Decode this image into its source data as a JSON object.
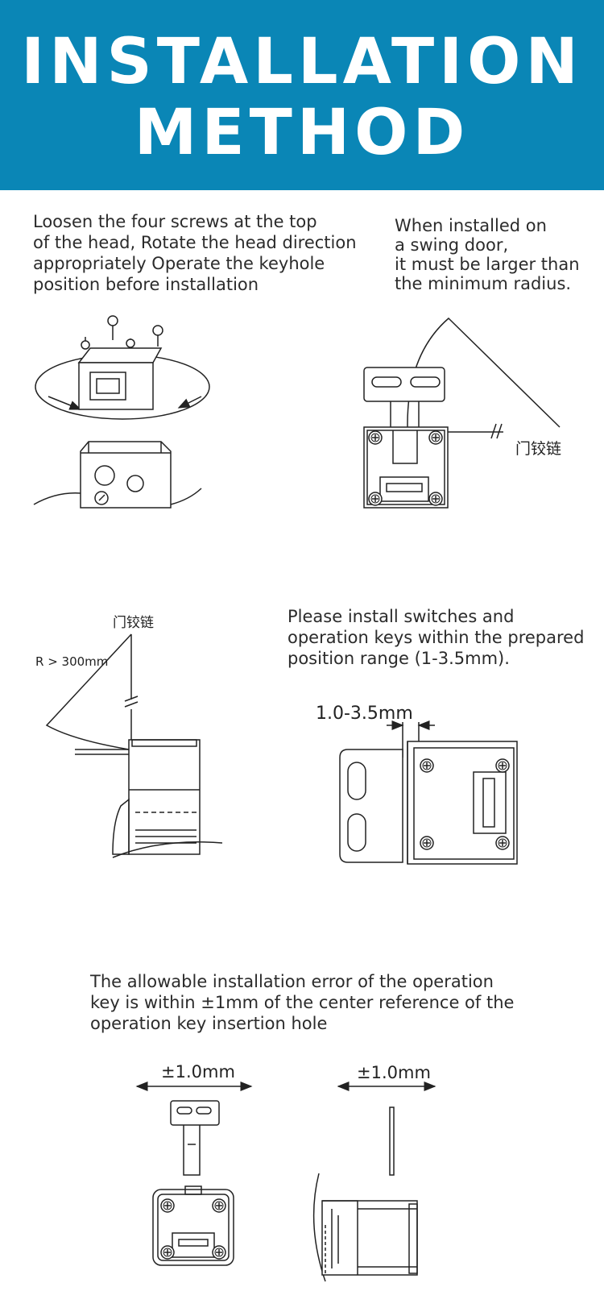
{
  "header": {
    "title_line1": "INSTALLATION",
    "title_line2": "METHOD",
    "background_color": "#0a86b6"
  },
  "sections": {
    "rotate_head": {
      "lines": [
        "Loosen the four screws at the top",
        "of the head, Rotate the head direction",
        "appropriately Operate the keyhole",
        "position before installation"
      ]
    },
    "swing_door": {
      "lines": [
        "When installed on",
        "a swing door,",
        "it must be larger than",
        "the minimum radius."
      ],
      "hinge_label": "门铰链"
    },
    "radius": {
      "hinge_label": "门铰链",
      "radius_label": "R > 300mm"
    },
    "position_range": {
      "lines": [
        "Please install switches and",
        "operation keys within the prepared",
        "position range (1-3.5mm)."
      ],
      "dimension_label": "1.0-3.5mm"
    },
    "tolerance": {
      "lines": [
        "The allowable installation error of the operation",
        "key is within ±1mm of the center reference of the",
        "operation key insertion hole"
      ],
      "dimension_left": "±1.0mm",
      "dimension_right": "±1.0mm"
    }
  }
}
